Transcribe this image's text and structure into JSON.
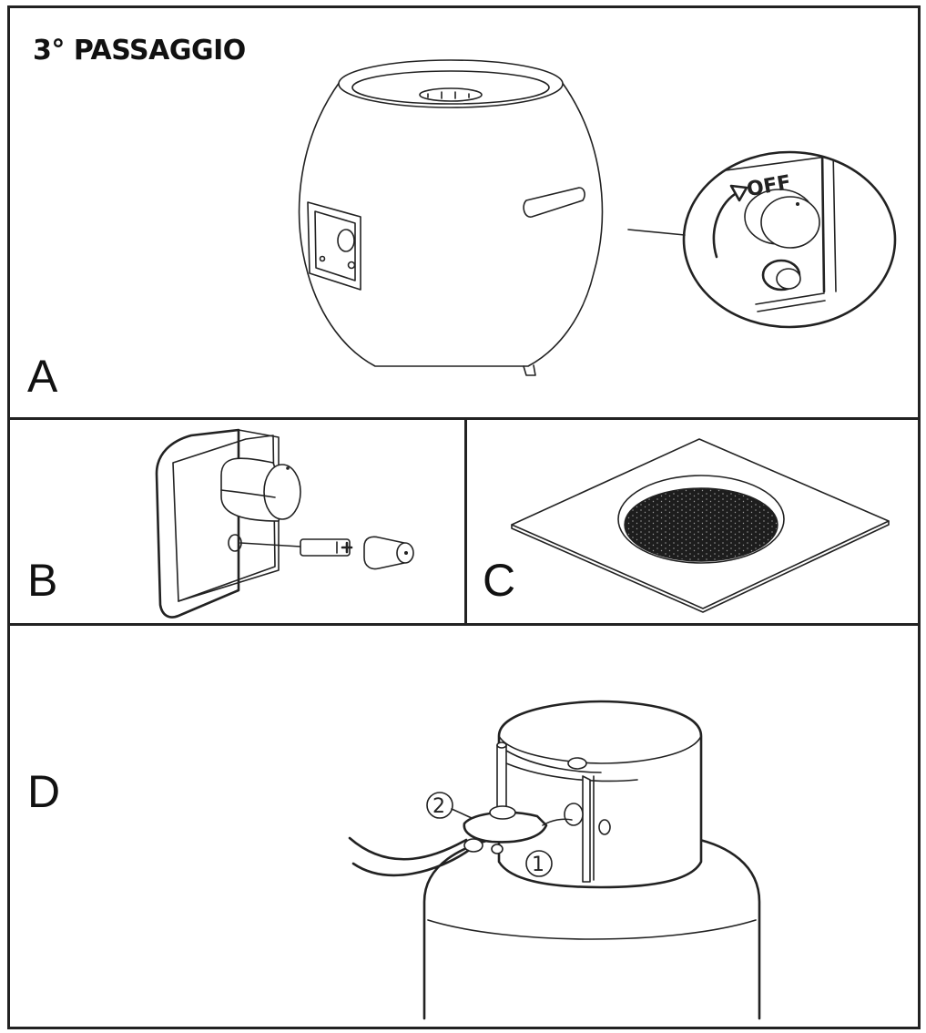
{
  "title": "3° PASSAGGIO",
  "panels": {
    "a": {
      "label": "A",
      "knob_text": "OFF"
    },
    "b": {
      "label": "B"
    },
    "c": {
      "label": "C"
    },
    "d": {
      "label": "D",
      "callout_1": "1",
      "callout_2": "2"
    }
  }
}
